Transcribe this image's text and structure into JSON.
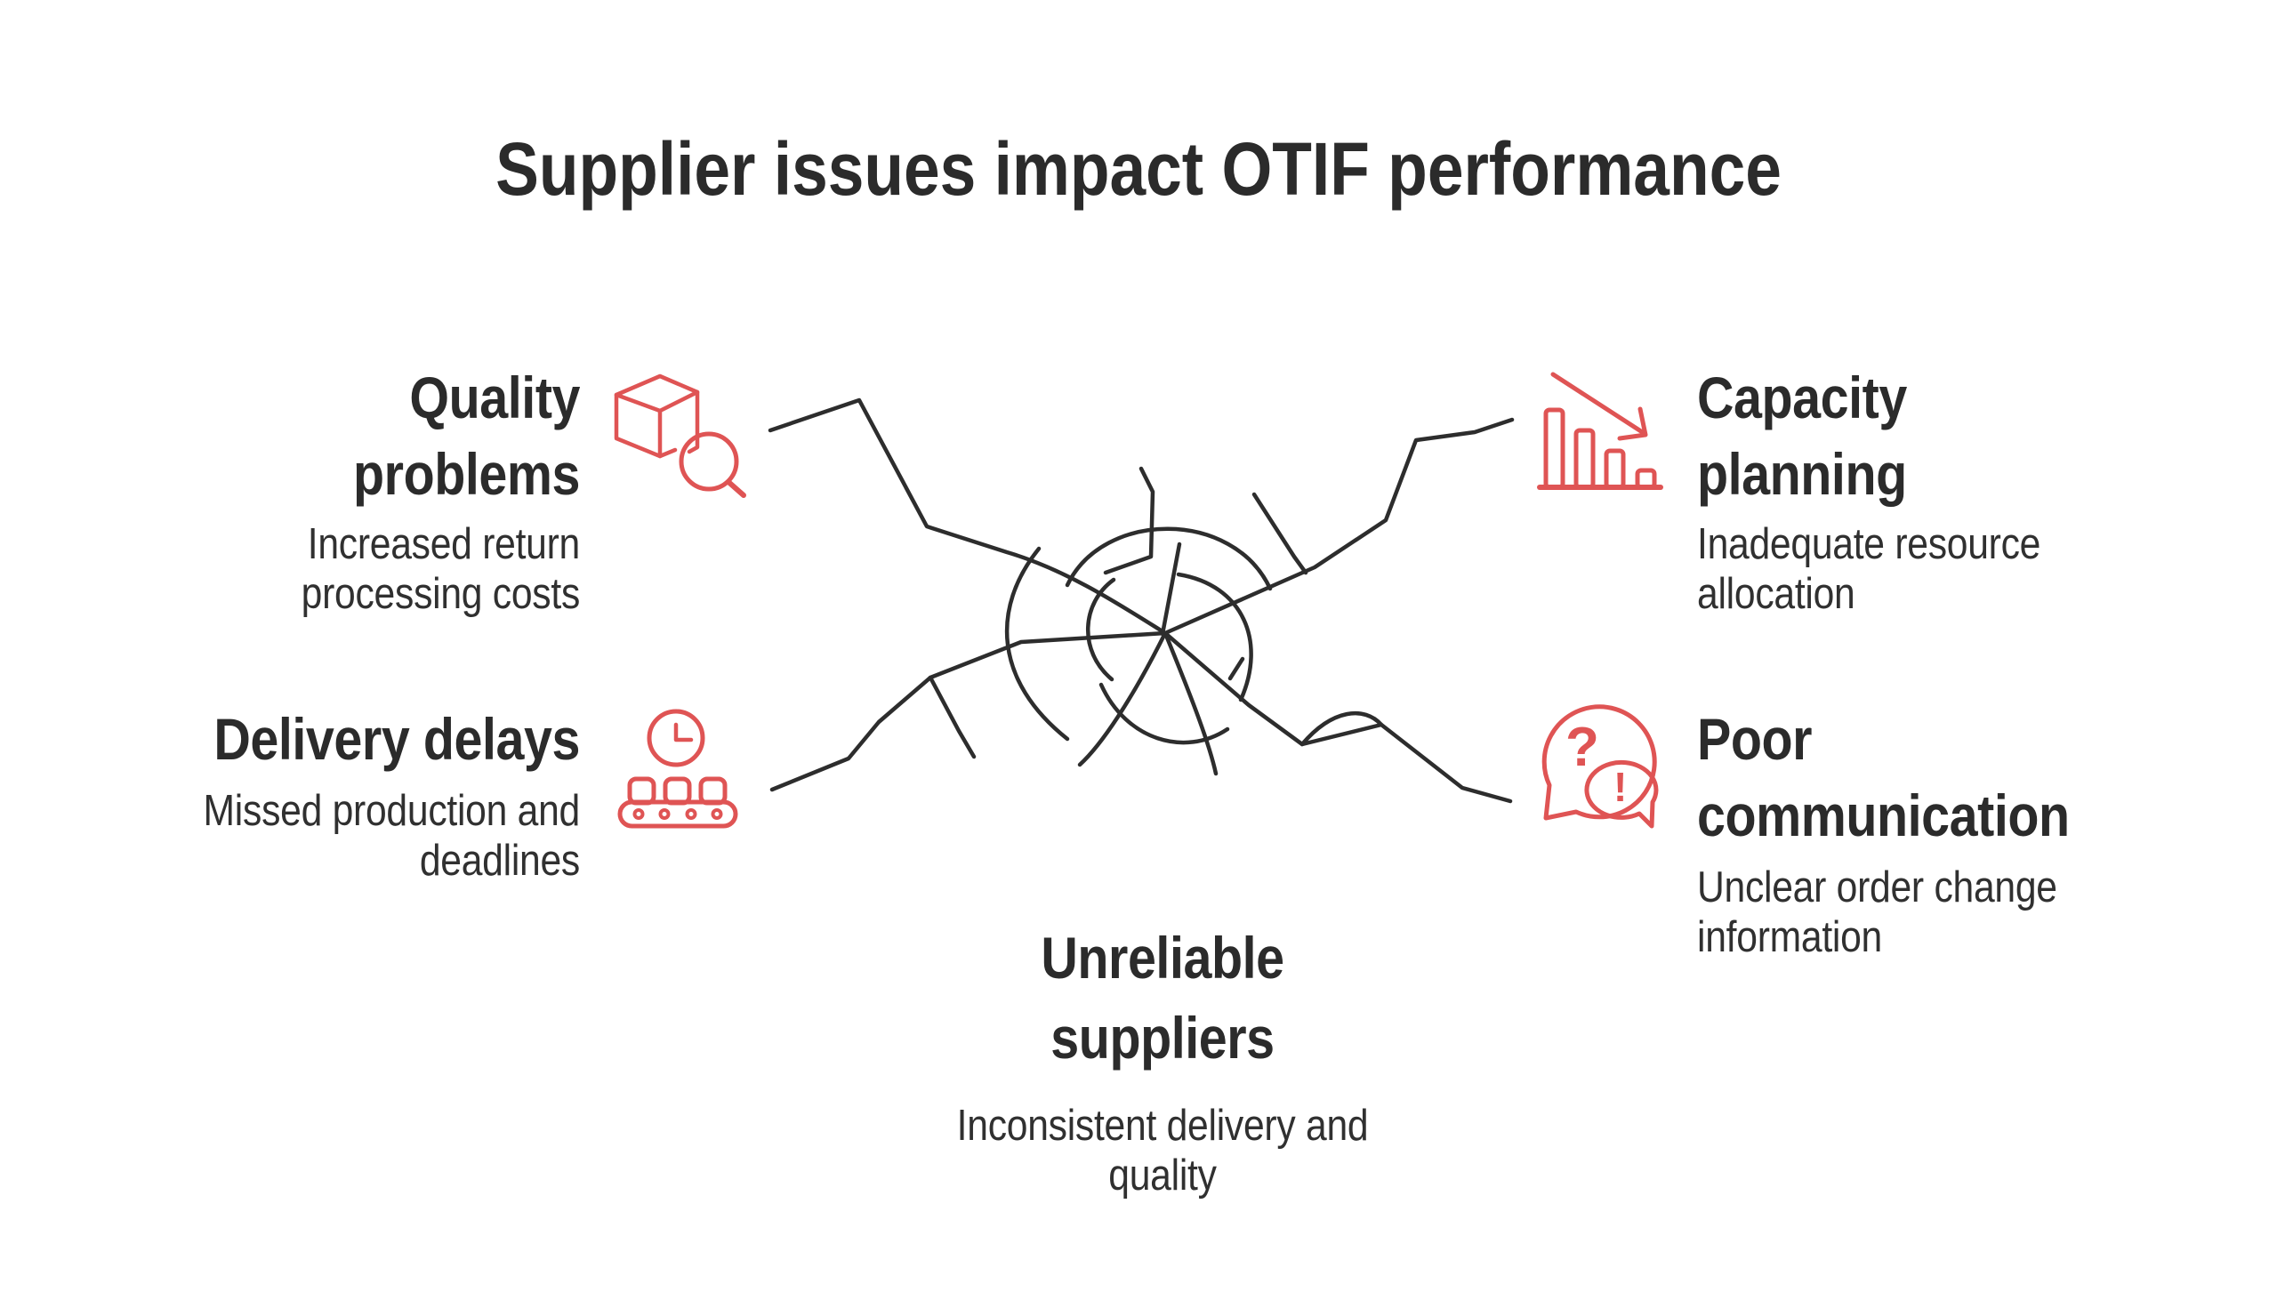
{
  "title": {
    "text": "Supplier issues impact OTIF performance"
  },
  "colors": {
    "text_dark": "#2b2b2b",
    "accent_red": "#df5454",
    "web_line": "#2d2d2d",
    "background": "#ffffff"
  },
  "center_node": {
    "heading": [
      "Unreliable",
      "suppliers"
    ],
    "body": [
      "Inconsistent delivery and",
      "quality"
    ]
  },
  "causes": {
    "quality": {
      "heading": [
        "Quality",
        "problems"
      ],
      "body": [
        "Increased return",
        "processing costs"
      ],
      "icon": "package-inspection-icon"
    },
    "capacity": {
      "heading": [
        "Capacity",
        "planning"
      ],
      "body": [
        "Inadequate resource",
        "allocation"
      ],
      "icon": "declining-bar-chart-icon"
    },
    "delivery": {
      "heading": [
        "Delivery delays"
      ],
      "body": [
        "Missed production and",
        "deadlines"
      ],
      "icon": "conveyor-clock-icon"
    },
    "communication": {
      "heading": [
        "Poor",
        "communication"
      ],
      "body": [
        "Unclear order change",
        "information"
      ],
      "icon": "speech-bubbles-icon"
    }
  },
  "icon_text": {
    "question_mark": "?",
    "exclamation_mark": "!"
  }
}
